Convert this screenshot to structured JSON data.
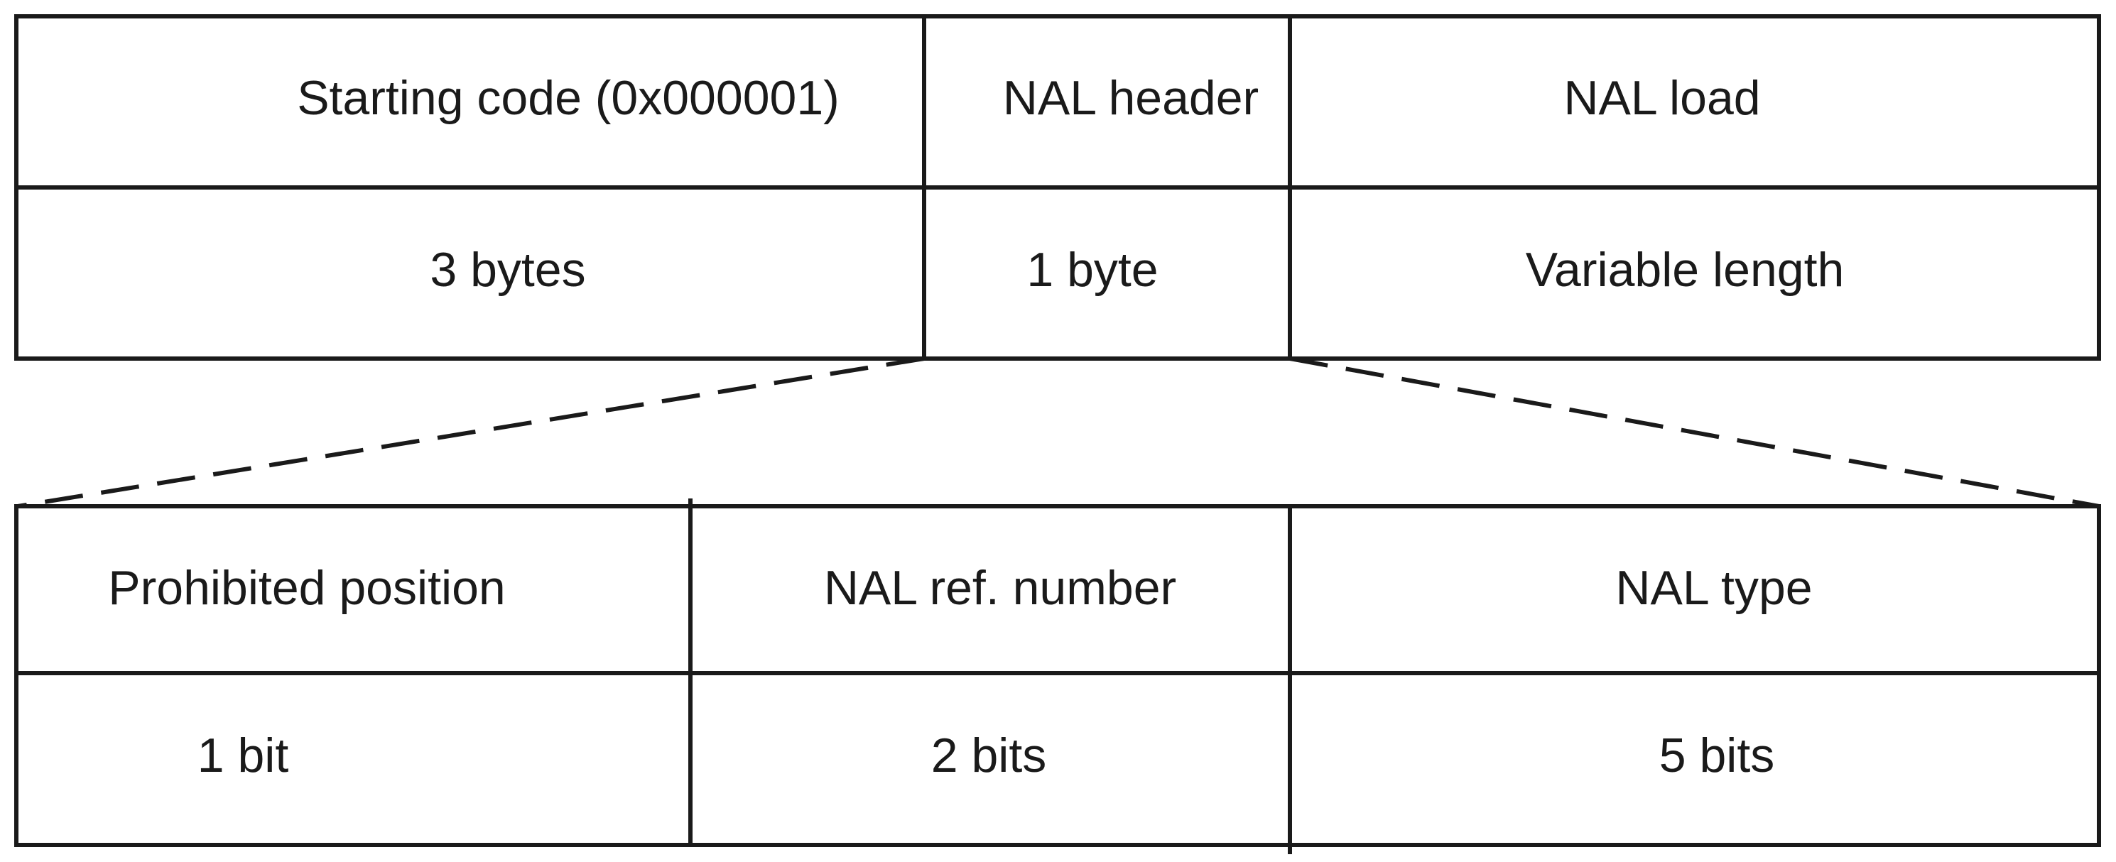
{
  "nal_unit": {
    "fields": [
      {
        "name": "Starting code (0x000001)",
        "size": "3 bytes"
      },
      {
        "name": "NAL header",
        "size": "1 byte"
      },
      {
        "name": "NAL load",
        "size": "Variable length"
      }
    ]
  },
  "nal_header": {
    "fields": [
      {
        "name": "Prohibited position",
        "size": "1 bit"
      },
      {
        "name": "NAL ref. number",
        "size": "2 bits"
      },
      {
        "name": "NAL type",
        "size": "5 bits"
      }
    ]
  }
}
